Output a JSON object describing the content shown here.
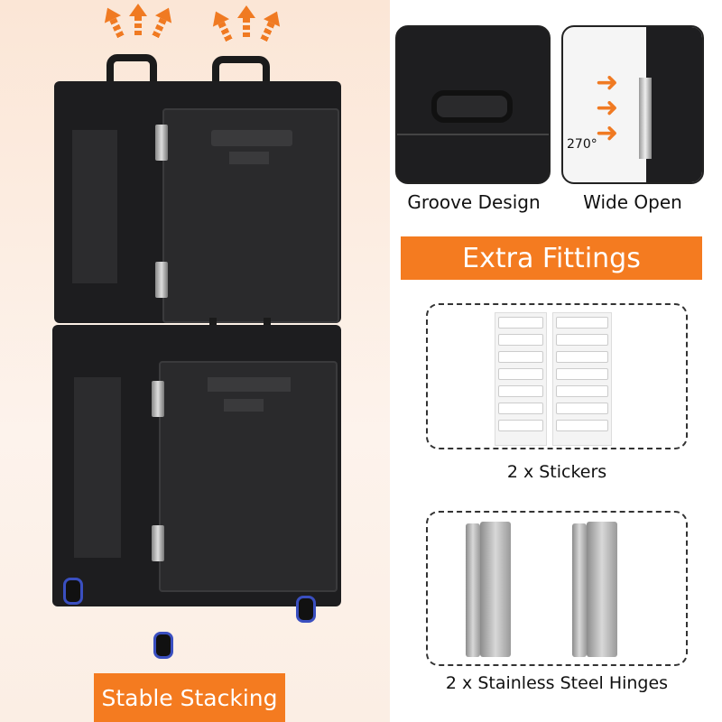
{
  "left_panel": {
    "label": "Stable Stacking"
  },
  "features": [
    {
      "caption": "Groove Design"
    },
    {
      "caption": "Wide Open",
      "angle_text": "270°"
    }
  ],
  "fittings": {
    "title": "Extra Fittings",
    "items": [
      {
        "caption": "2 x Stickers"
      },
      {
        "caption": "2 x Stainless Steel Hinges"
      }
    ]
  },
  "colors": {
    "accent": "#f47b20",
    "background": "#fbe6d6",
    "product": "#1d1d1f"
  }
}
